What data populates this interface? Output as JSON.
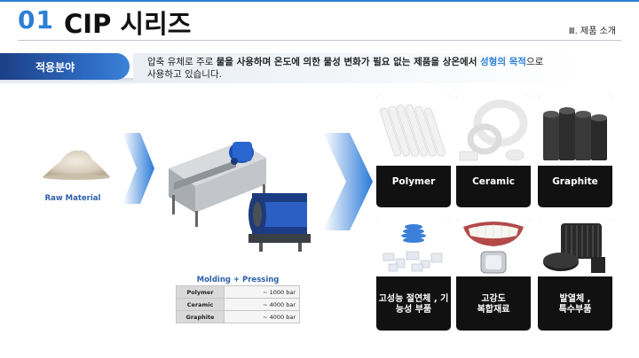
{
  "header": {
    "number": "01",
    "title": "CIP 시리즈",
    "section": "Ⅲ. 제품 소개"
  },
  "application": {
    "label": "적용분야",
    "desc_1": "압축 유체로 주로 ",
    "desc_2": "물을 사용하며 온도에 의한 물성 변화가 필요 없는 제품을 상온에서 ",
    "desc_3": "성형의 목적",
    "desc_4": "으로",
    "desc_5": "사용하고 있습니다."
  },
  "raw_material": {
    "label": "Raw Material"
  },
  "process": {
    "title": "Molding  +  Pressing",
    "rows": [
      {
        "material": "Polymer",
        "pressure": "~ 1000 bar"
      },
      {
        "material": "Ceramic",
        "pressure": "~ 4000 bar"
      },
      {
        "material": "Graphite",
        "pressure": "~ 4000 bar"
      }
    ]
  },
  "products": [
    {
      "label": "Polymer"
    },
    {
      "label": "Ceramic"
    },
    {
      "label": "Graphite"
    },
    {
      "label": "고성능 절연체 , 기능성 부품"
    },
    {
      "label": "고강도\n복합재료"
    },
    {
      "label": "발열체 ,\n특수부품"
    }
  ],
  "colors": {
    "accent": "#2d7fd6",
    "pill": "#2d6cc4",
    "tile": "#111111"
  }
}
